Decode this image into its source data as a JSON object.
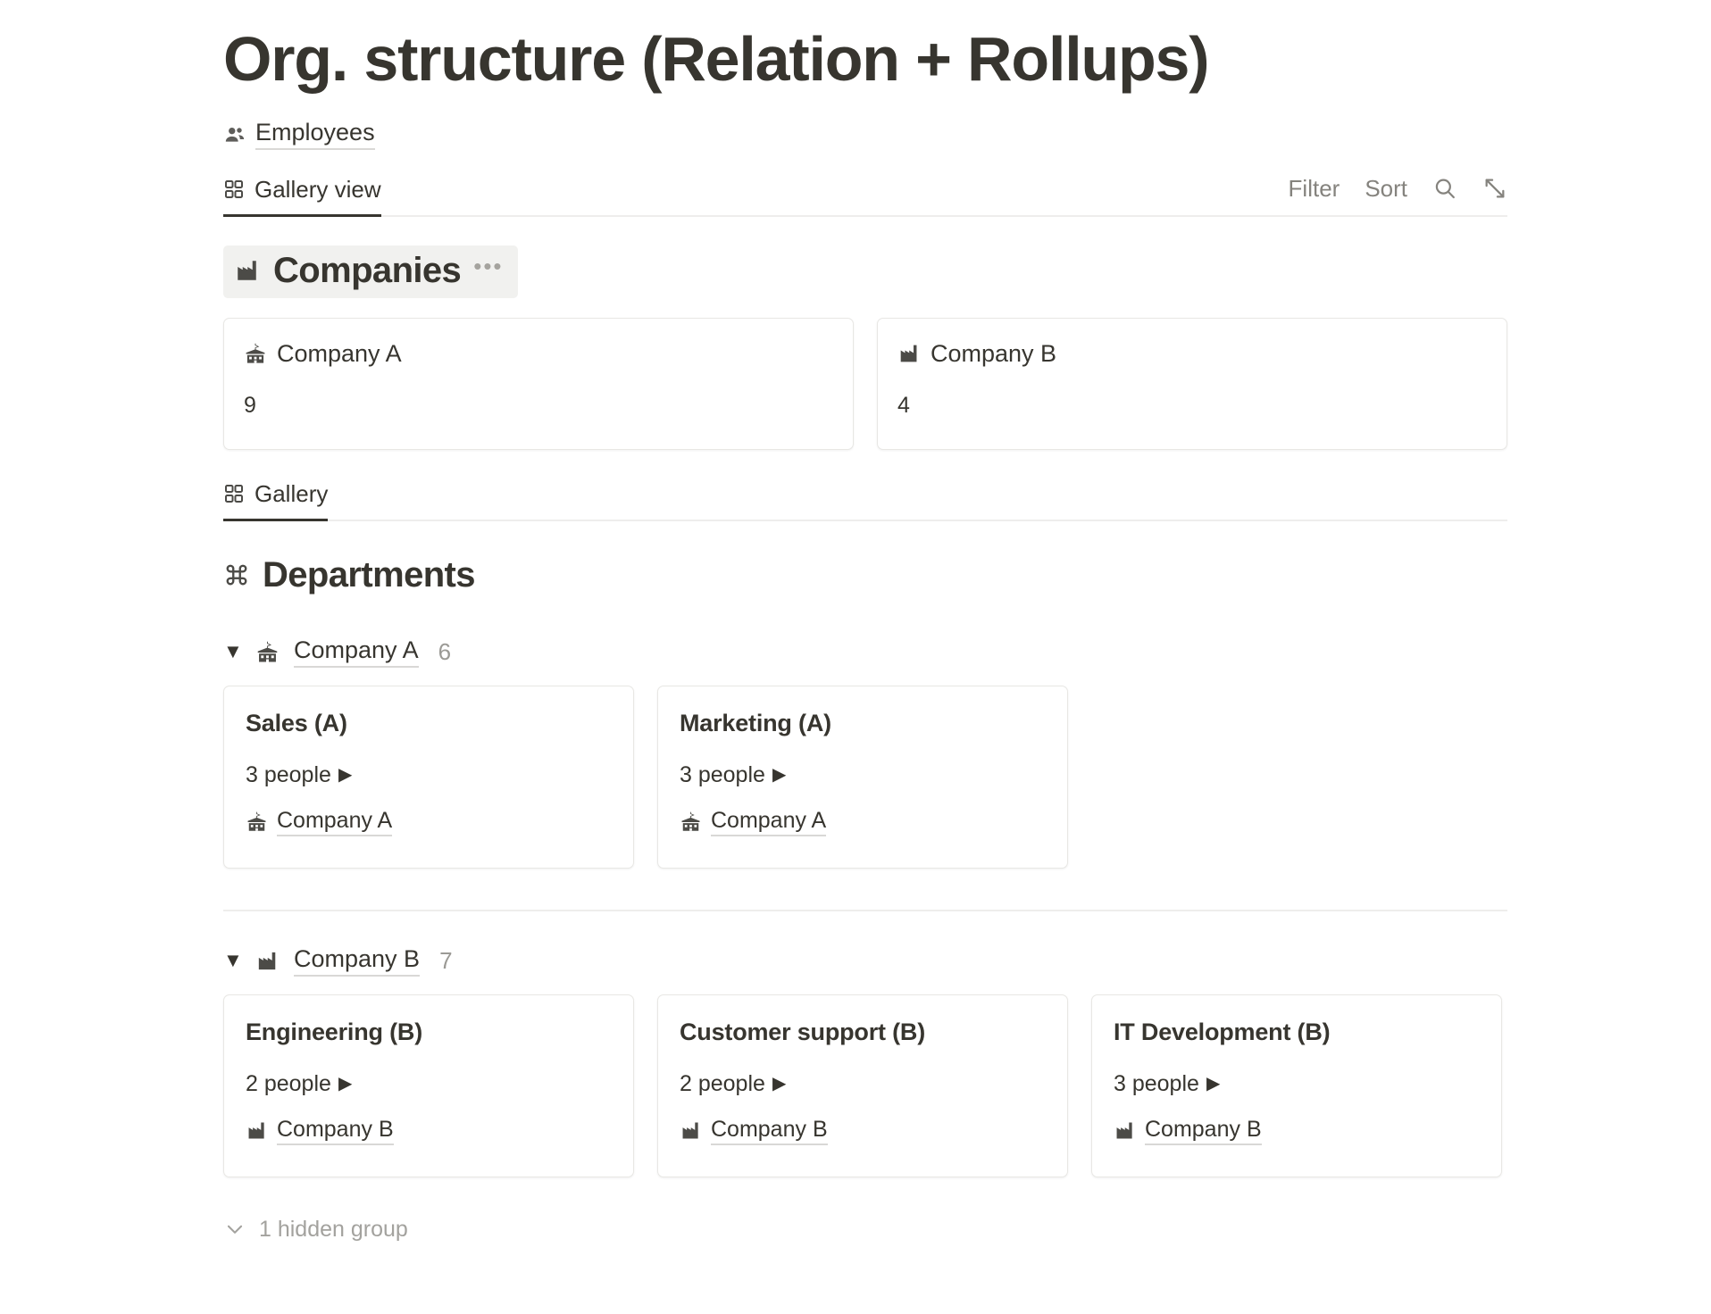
{
  "page": {
    "title": "Org. structure (Relation + Rollups)"
  },
  "source": {
    "icon": "people-icon",
    "label": "Employees"
  },
  "toolbar": {
    "tabs": [
      {
        "label": "Gallery view",
        "icon": "grid-icon",
        "active": true
      }
    ],
    "actions": {
      "filter_label": "Filter",
      "sort_label": "Sort",
      "search_icon": "search-icon",
      "expand_icon": "expand-diagonal-icon"
    }
  },
  "companies_section": {
    "icon": "factory-icon",
    "title": "Companies",
    "menu_label": "•••",
    "cards": [
      {
        "icon": "school-icon",
        "title": "Company A",
        "value": "9"
      },
      {
        "icon": "factory-icon",
        "title": "Company B",
        "value": "4"
      }
    ]
  },
  "gallery_tab": {
    "label": "Gallery",
    "icon": "grid-icon"
  },
  "departments_section": {
    "icon": "command-icon",
    "title": "Departments",
    "groups": [
      {
        "caret": "▼",
        "icon": "school-icon",
        "name": "Company A",
        "count": "6",
        "cards": [
          {
            "title": "Sales (A)",
            "people": "3 people",
            "caret": "▶",
            "relation_icon": "school-icon",
            "relation": "Company A"
          },
          {
            "title": "Marketing (A)",
            "people": "3 people",
            "caret": "▶",
            "relation_icon": "school-icon",
            "relation": "Company A"
          }
        ]
      },
      {
        "caret": "▼",
        "icon": "factory-icon",
        "name": "Company B",
        "count": "7",
        "cards": [
          {
            "title": "Engineering (B)",
            "people": "2 people",
            "caret": "▶",
            "relation_icon": "factory-icon",
            "relation": "Company B"
          },
          {
            "title": "Customer support (B)",
            "people": "2 people",
            "caret": "▶",
            "relation_icon": "factory-icon",
            "relation": "Company B"
          },
          {
            "title": "IT Development (B)",
            "people": "3 people",
            "caret": "▶",
            "relation_icon": "factory-icon",
            "relation": "Company B"
          }
        ]
      }
    ],
    "hidden_groups_label": "1 hidden group",
    "hidden_groups_icon": "chevron-down-icon"
  },
  "colors": {
    "text": "#37352f",
    "muted": "#85837e",
    "border": "#e8e7e4",
    "highlight": "#f1f1ef"
  }
}
